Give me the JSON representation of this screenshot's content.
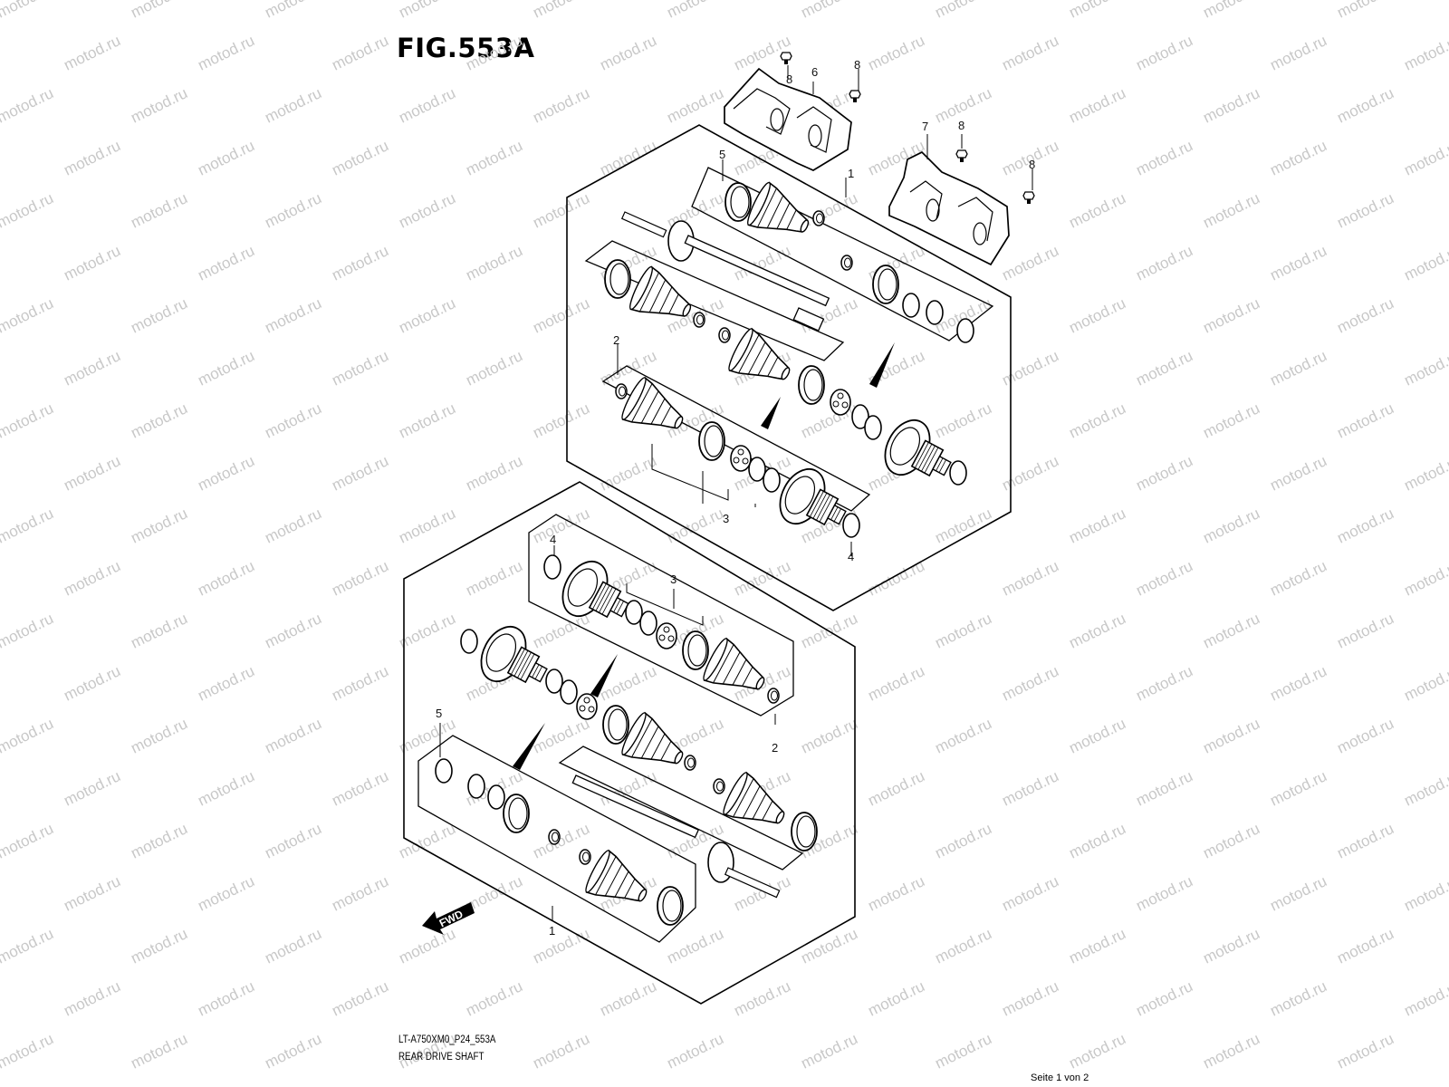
{
  "figure": {
    "title": "FIG.553A",
    "code": "LT-A750XM0_P24_553A",
    "caption": "REAR DRIVE SHAFT",
    "page": "Seite 1 von 2",
    "watermark": "motod.ru",
    "fwd_label": "FWD"
  },
  "callouts": {
    "c1a": "1",
    "c2a": "2",
    "c3a": "3",
    "c4a": "4",
    "c5a": "5",
    "c6": "6",
    "c7": "7",
    "c8a": "8",
    "c8b": "8",
    "c8c": "8",
    "c8d": "8",
    "c1b": "1",
    "c2b": "2",
    "c3b": "3",
    "c4b": "4",
    "c5b": "5"
  },
  "colors": {
    "line": "#000000",
    "watermark": "#c8c8c8",
    "background": "#ffffff"
  }
}
